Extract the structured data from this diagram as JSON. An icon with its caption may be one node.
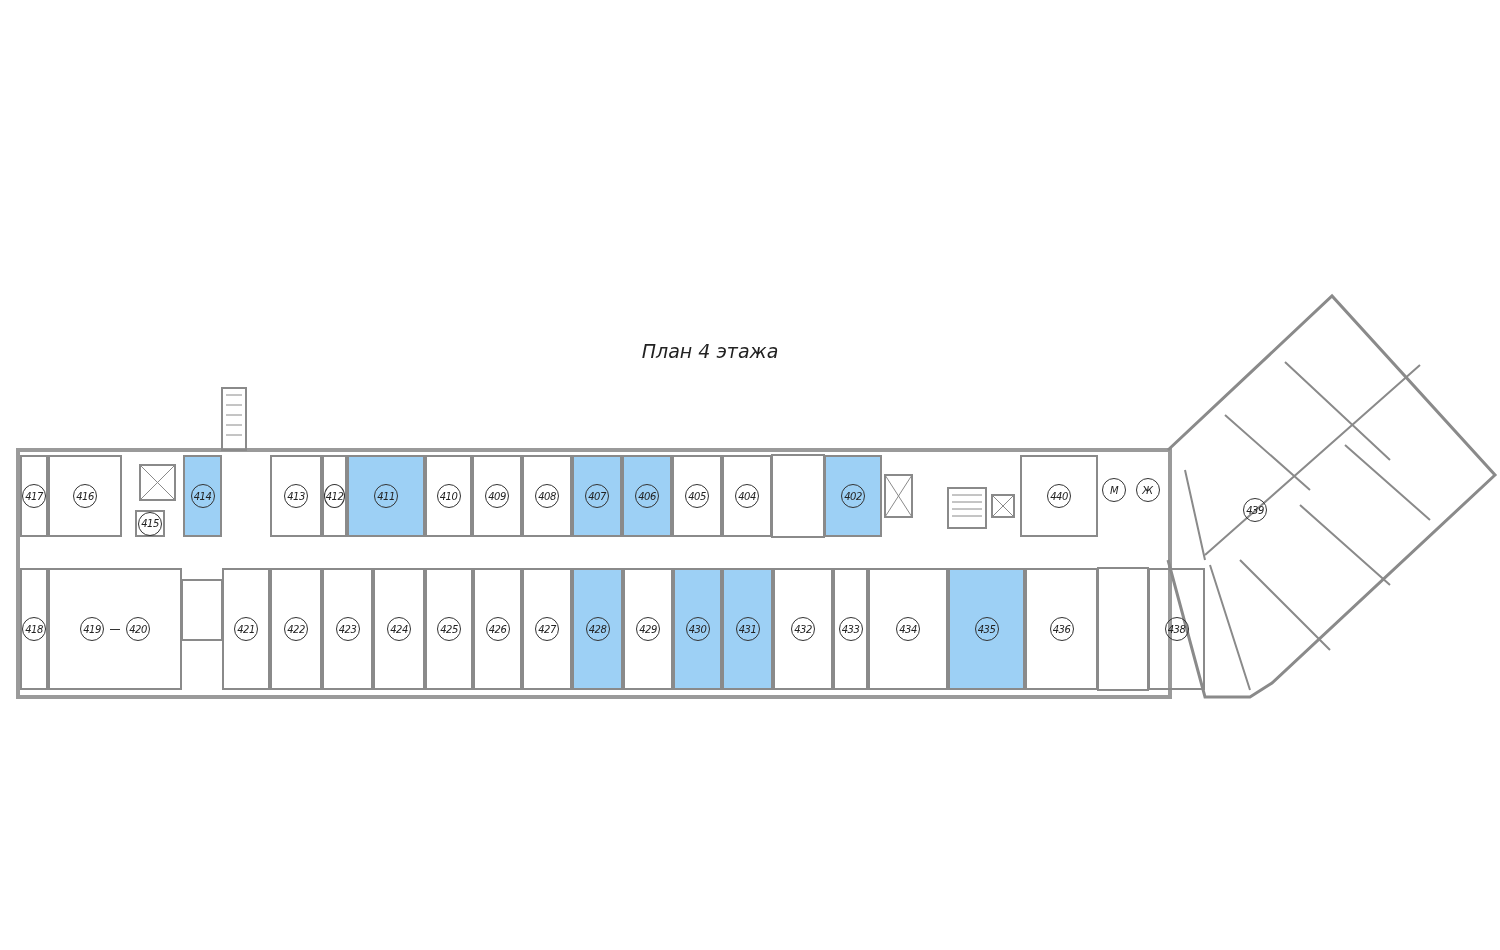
{
  "diagram": {
    "title": "План 4 этажа",
    "nodes": [
      {
        "text": [
          "417"
        ]
      },
      {
        "text": [
          "416"
        ]
      },
      {
        "text": [
          "415"
        ]
      },
      {
        "text": [
          "414"
        ]
      },
      {
        "text": [
          "413"
        ]
      },
      {
        "text": [
          "412"
        ]
      },
      {
        "text": [
          "411"
        ]
      },
      {
        "text": [
          "410"
        ]
      },
      {
        "text": [
          "409"
        ]
      },
      {
        "text": [
          "408"
        ]
      },
      {
        "text": [
          "407"
        ]
      },
      {
        "text": [
          "406"
        ]
      },
      {
        "text": [
          "405"
        ]
      },
      {
        "text": [
          "404"
        ]
      },
      {
        "text": [
          "402"
        ]
      },
      {
        "text": [
          "440"
        ]
      },
      {
        "text": [
          "М"
        ]
      },
      {
        "text": [
          "Ж"
        ]
      },
      {
        "text": [
          "439"
        ]
      },
      {
        "text": [
          "418"
        ]
      },
      {
        "text": [
          "419",
          "420"
        ]
      },
      {
        "text": [
          "421"
        ]
      },
      {
        "text": [
          "422"
        ]
      },
      {
        "text": [
          "423"
        ]
      },
      {
        "text": [
          "424"
        ]
      },
      {
        "text": [
          "425"
        ]
      },
      {
        "text": [
          "426"
        ]
      },
      {
        "text": [
          "427"
        ]
      },
      {
        "text": [
          "428"
        ]
      },
      {
        "text": [
          "429"
        ]
      },
      {
        "text": [
          "430"
        ]
      },
      {
        "text": [
          "431"
        ]
      },
      {
        "text": [
          "432"
        ]
      },
      {
        "text": [
          "433"
        ]
      },
      {
        "text": [
          "434"
        ]
      },
      {
        "text": [
          "435"
        ]
      },
      {
        "text": [
          "436"
        ]
      },
      {
        "text": [
          "438"
        ]
      }
    ]
  }
}
